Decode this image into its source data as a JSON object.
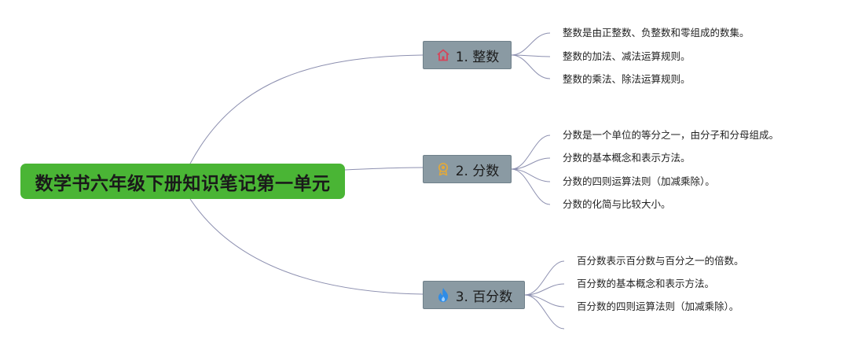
{
  "colors": {
    "root_bg": "#4ab535",
    "branch_bg": "#8a9aa3",
    "line": "#8d90b0",
    "icon_home": "#d6455a",
    "icon_award": "#e2a93b",
    "icon_flame": "#2f8ce6"
  },
  "root": {
    "label": "数学书六年级下册知识笔记第一单元"
  },
  "branches": [
    {
      "label": "1. 整数",
      "icon": "home-icon",
      "leaves": [
        "整数是由正整数、负整数和零组成的数集。",
        "整数的加法、减法运算规则。",
        "整数的乘法、除法运算规则。"
      ]
    },
    {
      "label": "2. 分数",
      "icon": "award-icon",
      "leaves": [
        "分数是一个单位的等分之一，由分子和分母组成。",
        "分数的基本概念和表示方法。",
        "分数的四则运算法则（加减乘除）。",
        "分数的化简与比较大小。"
      ]
    },
    {
      "label": "3. 百分数",
      "icon": "flame-icon",
      "leaves": [
        "百分数表示百分数与百分之一的倍数。",
        "百分数的基本概念和表示方法。",
        "百分数的四则运算法则（加减乘除）。",
        ""
      ]
    }
  ]
}
